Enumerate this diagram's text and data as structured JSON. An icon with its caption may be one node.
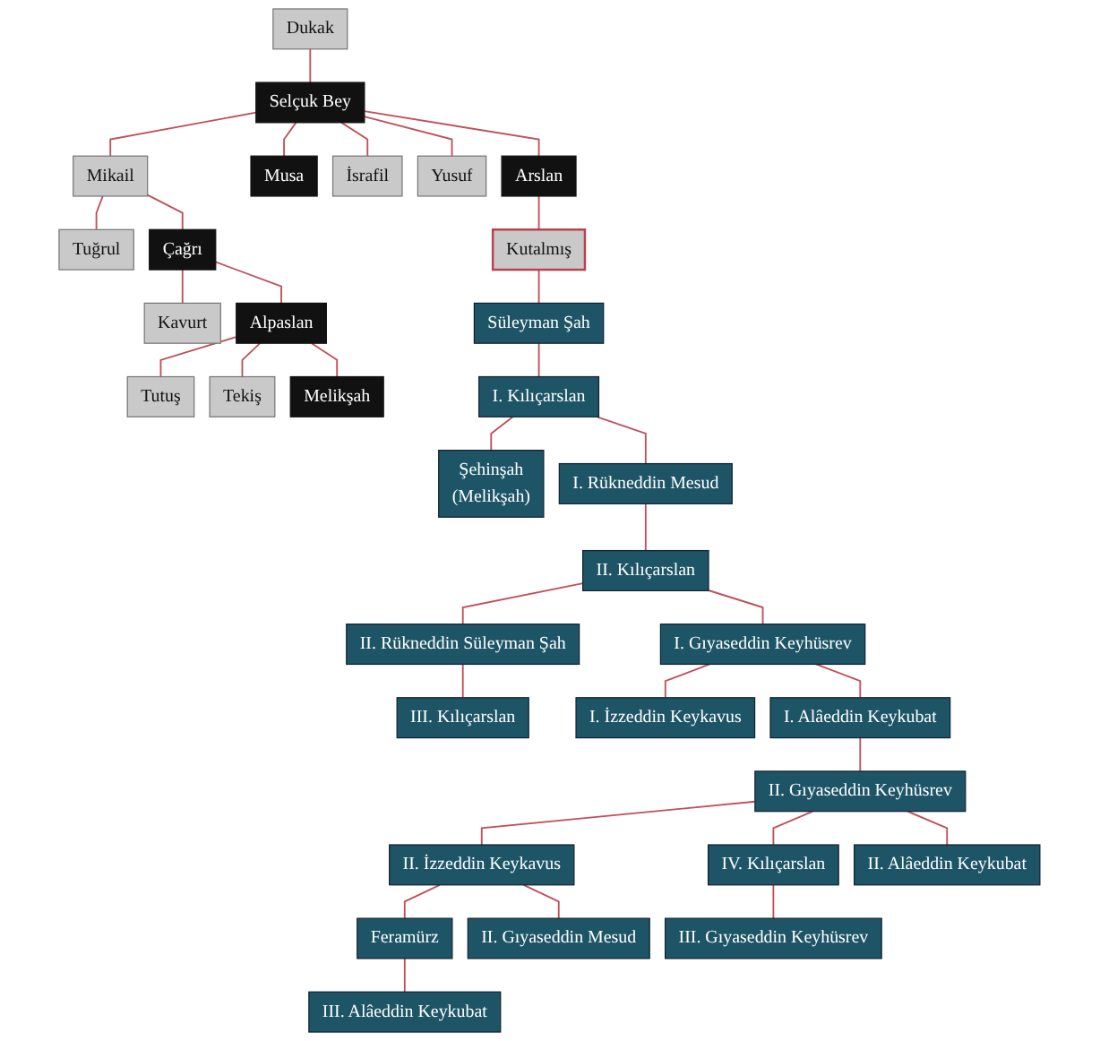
{
  "diagram": {
    "nodes": [
      {
        "text": [
          "Dukak"
        ]
      },
      {
        "text": [
          "Selçuk Bey"
        ]
      },
      {
        "text": [
          "Mikail"
        ]
      },
      {
        "text": [
          "Musa"
        ]
      },
      {
        "text": [
          "İsrafil"
        ]
      },
      {
        "text": [
          "Yusuf"
        ]
      },
      {
        "text": [
          "Arslan"
        ]
      },
      {
        "text": [
          "Tuğrul"
        ]
      },
      {
        "text": [
          "Çağrı"
        ]
      },
      {
        "text": [
          "Kavurt"
        ]
      },
      {
        "text": [
          "Alpaslan"
        ]
      },
      {
        "text": [
          "Tutuş"
        ]
      },
      {
        "text": [
          "Tekiş"
        ]
      },
      {
        "text": [
          "Melikşah"
        ]
      },
      {
        "text": [
          "Kutalmış"
        ]
      },
      {
        "text": [
          "Süleyman Şah"
        ]
      },
      {
        "text": [
          "I. Kılıçarslan"
        ]
      },
      {
        "text": [
          "Şehinşah",
          "(Melikşah)"
        ]
      },
      {
        "text": [
          "I. Rükneddin Mesud"
        ]
      },
      {
        "text": [
          "II. Kılıçarslan"
        ]
      },
      {
        "text": [
          "II. Rükneddin Süleyman Şah"
        ]
      },
      {
        "text": [
          "I. Gıyaseddin Keyhüsrev"
        ]
      },
      {
        "text": [
          "III. Kılıçarslan"
        ]
      },
      {
        "text": [
          "I. İzzeddin Keykavus"
        ]
      },
      {
        "text": [
          "I. Alâeddin Keykubat"
        ]
      },
      {
        "text": [
          "II. Gıyaseddin Keyhüsrev"
        ]
      },
      {
        "text": [
          "II. İzzeddin Keykavus"
        ]
      },
      {
        "text": [
          "IV. Kılıçarslan"
        ]
      },
      {
        "text": [
          "II. Alâeddin Keykubat"
        ]
      },
      {
        "text": [
          "Feramürz"
        ]
      },
      {
        "text": [
          "II. Gıyaseddin Mesud"
        ]
      },
      {
        "text": [
          "III. Gıyaseddin Keyhüsrev"
        ]
      },
      {
        "text": [
          "III. Alâeddin Keykubat"
        ]
      }
    ],
    "edges": [
      {
        "from": 0,
        "to": 1,
        "arrow": "none"
      },
      {
        "from": 1,
        "to": 2,
        "arrow": "none"
      },
      {
        "from": 1,
        "to": 3,
        "arrow": "none"
      },
      {
        "from": 1,
        "to": 4,
        "arrow": "none"
      },
      {
        "from": 1,
        "to": 5,
        "arrow": "none"
      },
      {
        "from": 1,
        "to": 6,
        "arrow": "none"
      },
      {
        "from": 2,
        "to": 7,
        "arrow": "none"
      },
      {
        "from": 2,
        "to": 8,
        "arrow": "none"
      },
      {
        "from": 8,
        "to": 9,
        "arrow": "none"
      },
      {
        "from": 8,
        "to": 10,
        "arrow": "none"
      },
      {
        "from": 10,
        "to": 11,
        "arrow": "none"
      },
      {
        "from": 10,
        "to": 12,
        "arrow": "none"
      },
      {
        "from": 10,
        "to": 13,
        "arrow": "none"
      },
      {
        "from": 6,
        "to": 14,
        "arrow": "none"
      },
      {
        "from": 14,
        "to": 15,
        "arrow": "none"
      },
      {
        "from": 15,
        "to": 16,
        "arrow": "none"
      },
      {
        "from": 16,
        "to": 17,
        "arrow": "none"
      },
      {
        "from": 16,
        "to": 18,
        "arrow": "none"
      },
      {
        "from": 18,
        "to": 19,
        "arrow": "none"
      },
      {
        "from": 19,
        "to": 20,
        "arrow": "none"
      },
      {
        "from": 19,
        "to": 21,
        "arrow": "none"
      },
      {
        "from": 20,
        "to": 22,
        "arrow": "none"
      },
      {
        "from": 21,
        "to": 23,
        "arrow": "none"
      },
      {
        "from": 21,
        "to": 24,
        "arrow": "none"
      },
      {
        "from": 24,
        "to": 25,
        "arrow": "none"
      },
      {
        "from": 25,
        "to": 26,
        "arrow": "none"
      },
      {
        "from": 25,
        "to": 27,
        "arrow": "none"
      },
      {
        "from": 25,
        "to": 28,
        "arrow": "none"
      },
      {
        "from": 26,
        "to": 29,
        "arrow": "none"
      },
      {
        "from": 26,
        "to": 30,
        "arrow": "none"
      },
      {
        "from": 27,
        "to": 31,
        "arrow": "none"
      },
      {
        "from": 29,
        "to": 32,
        "arrow": "none"
      }
    ]
  }
}
